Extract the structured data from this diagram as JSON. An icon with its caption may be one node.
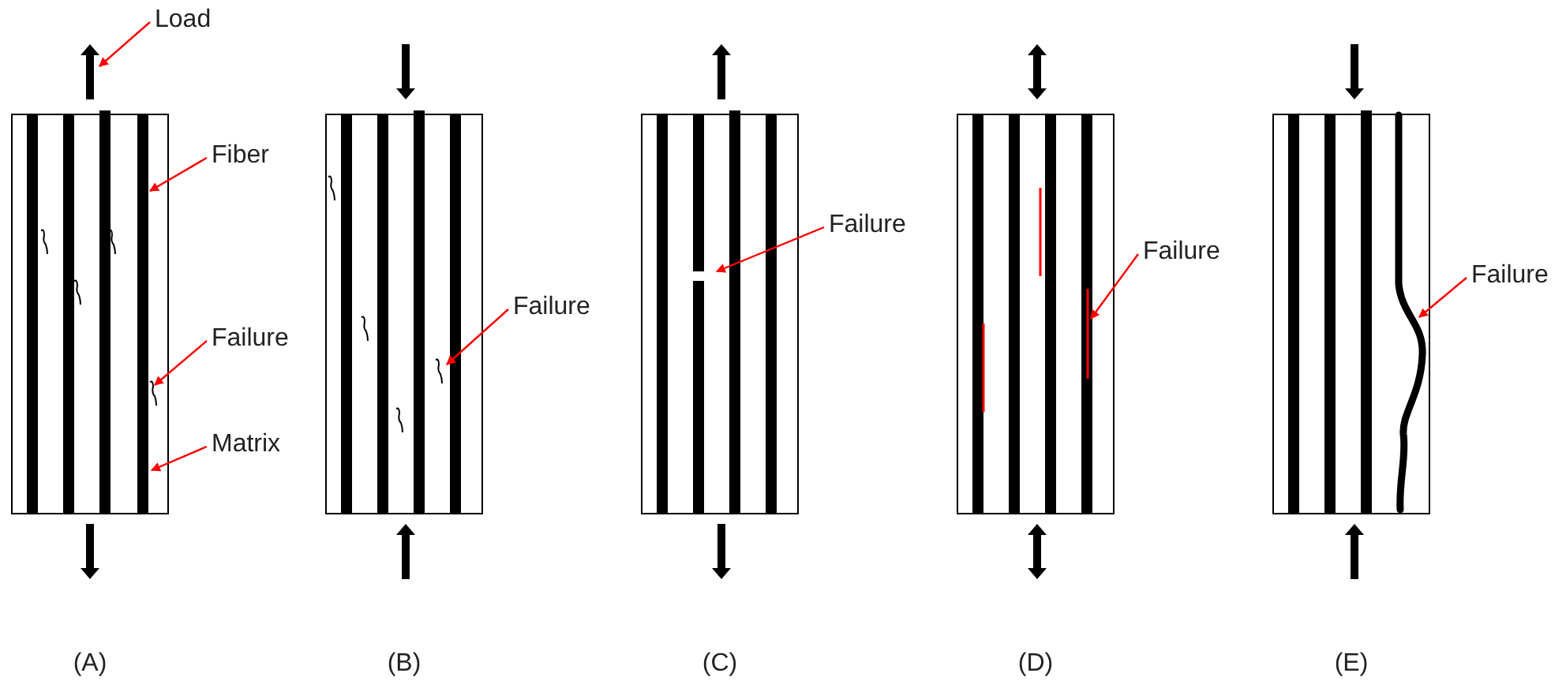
{
  "diagram": {
    "nodes": [
      {
        "text": [],
        "shape": "box"
      },
      {
        "text": [],
        "shape": "box"
      },
      {
        "text": [],
        "shape": "box"
      },
      {
        "text": [],
        "shape": "box"
      },
      {
        "text": [],
        "shape": "box"
      },
      {
        "text": [],
        "shape": "bar",
        "in": 0
      },
      {
        "text": [
          "Load"
        ]
      },
      {
        "text": [
          "Fiber"
        ]
      },
      {
        "text": [
          "Failure"
        ]
      },
      {
        "text": [
          "Matrix"
        ]
      },
      {
        "text": [
          "Failure"
        ]
      },
      {
        "text": [
          "Failure"
        ]
      },
      {
        "text": [
          "Failure"
        ]
      },
      {
        "text": [
          "Failure"
        ]
      }
    ],
    "edges": [
      {
        "from": 6,
        "to": null,
        "arrow": "to"
      },
      {
        "from": 7,
        "to": 5,
        "arrow": "to"
      },
      {
        "from": 8,
        "to": 0,
        "arrow": "to"
      },
      {
        "from": 9,
        "to": 0,
        "arrow": "to"
      },
      {
        "from": 10,
        "to": 1,
        "arrow": "to"
      },
      {
        "from": 11,
        "to": 2,
        "arrow": "to"
      },
      {
        "from": 12,
        "to": 3,
        "arrow": "to"
      },
      {
        "from": 13,
        "to": 4,
        "arrow": "to"
      }
    ],
    "labels": [
      "(A)",
      "(B)",
      "(C)",
      "(D)",
      "(E)"
    ]
  }
}
